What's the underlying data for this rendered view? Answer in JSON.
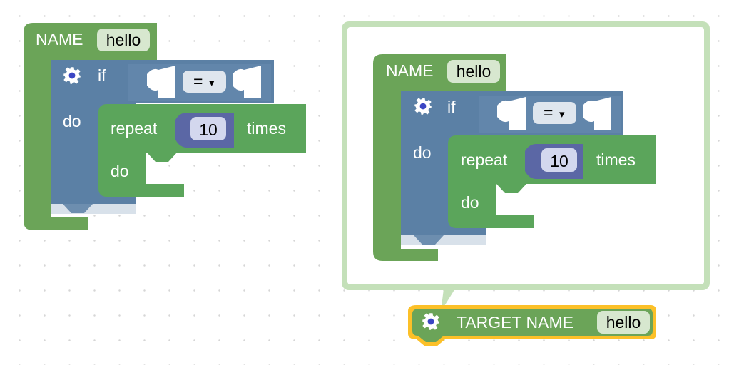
{
  "workspace": {
    "left_stack": {
      "procedure": {
        "keyword": "NAME",
        "name_field": "hello"
      },
      "if_block": {
        "if_label": "if",
        "do_label": "do",
        "compare_operator": "=",
        "dropdown_arrow": "▾"
      },
      "repeat_block": {
        "repeat_label": "repeat",
        "count": "10",
        "times_label": "times",
        "do_label": "do"
      }
    },
    "bubble_preview": {
      "procedure": {
        "keyword": "NAME",
        "name_field": "hello"
      },
      "if_block": {
        "if_label": "if",
        "do_label": "do",
        "compare_operator": "=",
        "dropdown_arrow": "▾"
      },
      "repeat_block": {
        "repeat_label": "repeat",
        "count": "10",
        "times_label": "times",
        "do_label": "do"
      }
    },
    "target_block": {
      "label": "TARGET NAME",
      "name_field": "hello"
    }
  },
  "icons": {
    "gear": "gear-icon"
  },
  "colors": {
    "procedure_green": "#6ba458",
    "if_blue": "#5b80a5",
    "loop_green": "#5ba55b",
    "math_purple": "#5b67a5",
    "bubble_border": "#c4e0b9",
    "highlight_yellow": "#fcc028"
  }
}
